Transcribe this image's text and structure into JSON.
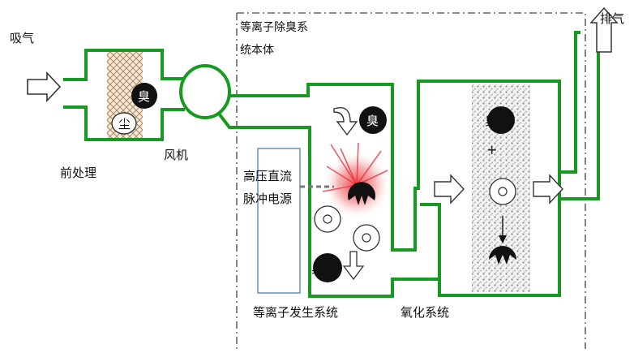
{
  "labels": {
    "intake": "吸气",
    "exhaust": "排气",
    "system_body_line1": "等离子除臭系",
    "system_body_line2": "统本体",
    "fan": "风机",
    "pretreatment": "前处理",
    "power_line1": "高压直流",
    "power_line2": "脉冲电源",
    "plasma_system": "等离子发生系统",
    "oxidation_system": "氧化系统",
    "odor": "臭",
    "dust": "尘",
    "plus": "+"
  },
  "colors": {
    "pipe": "#179a22",
    "frame": "#666666",
    "power_box": "#5d86b8",
    "particle": "#111111",
    "plasma_glow": "#e8333a",
    "filter_hatch": "#b38a5e",
    "oxidation_fill": "#9a9a9a"
  }
}
